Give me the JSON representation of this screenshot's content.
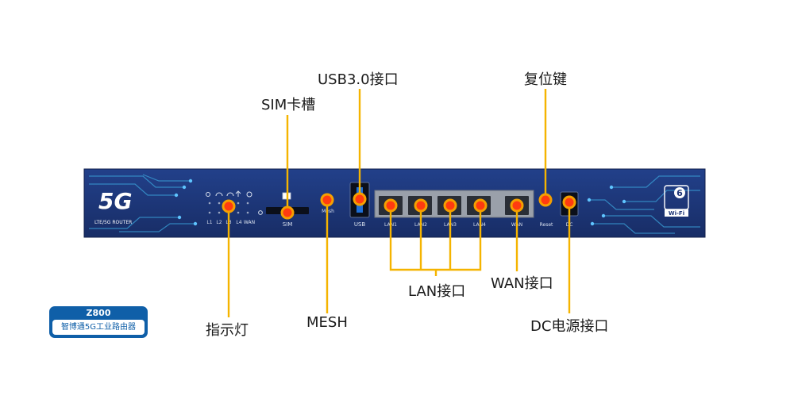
{
  "callouts": {
    "sim_slot": "SIM卡槽",
    "usb": "USB3.0接口",
    "reset_key": "复位键",
    "lan": "LAN接口",
    "wan": "WAN接口",
    "indicator": "指示灯",
    "mesh": "MESH",
    "dc_power": "DC电源接口"
  },
  "panel": {
    "logo": "5G",
    "logo_sub": "LTE/5G ROUTER",
    "led_labels": [
      "L1",
      "L2",
      "L3",
      "L4",
      "WAN"
    ],
    "sim": "SIM",
    "mesh": "Mesh",
    "usb": "USB",
    "lan_ports": [
      "LAN1",
      "LAN2",
      "LAN3",
      "LAN4"
    ],
    "wan": "WAN",
    "reset": "Reset",
    "dc": "DC",
    "wifi_badge": "Wi-Fi",
    "wifi_number": "6"
  },
  "badge": {
    "model": "Z800",
    "description": "智博通5G工业路由器"
  },
  "colors": {
    "panel": "#1d3577",
    "marker": "#f5a000",
    "marker_inner": "#ff3b10",
    "leader": "#f5b400",
    "circuit": "#3aa0d8",
    "badge": "#0f5fa8"
  }
}
